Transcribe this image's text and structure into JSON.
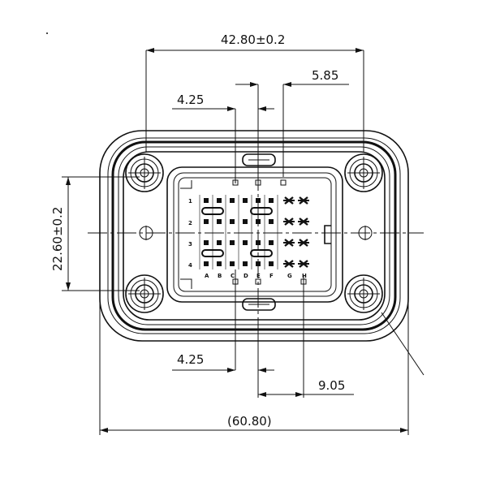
{
  "dimensions": {
    "overall_width_tol": "42.80±0.2",
    "top_offset_right": "5.85",
    "top_offset_left": "4.25",
    "height_tol": "22.60±0.2",
    "bottom_offset_left": "4.25",
    "bottom_offset_right": "9.05",
    "total_width": "(60.80)"
  },
  "rows": [
    "1",
    "2",
    "3",
    "4"
  ],
  "columns": [
    "A",
    "B",
    "C",
    "D",
    "E",
    "F",
    "G",
    "H"
  ]
}
